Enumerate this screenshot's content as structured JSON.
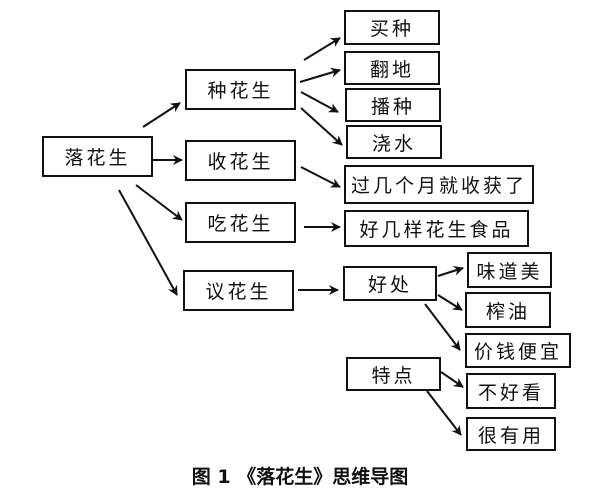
{
  "caption": "图 1 《落花生》思维导图",
  "nodes": {
    "root": "落花生",
    "plant": "种花生",
    "harvest": "收花生",
    "eat": "吃花生",
    "discuss": "议花生",
    "buy_seeds": "买种",
    "plow": "翻地",
    "sow": "播种",
    "water": "浇水",
    "months_harvest": "过几个月就收获了",
    "foods": "好几样花生食品",
    "benefits": "好处",
    "tasty": "味道美",
    "oil": "榨油",
    "cheap": "价钱便宜",
    "traits": "特点",
    "not_pretty": "不好看",
    "very_useful": "很有用"
  },
  "edges": [
    [
      "root",
      "plant"
    ],
    [
      "root",
      "harvest"
    ],
    [
      "root",
      "eat"
    ],
    [
      "root",
      "discuss"
    ],
    [
      "plant",
      "buy_seeds"
    ],
    [
      "plant",
      "plow"
    ],
    [
      "plant",
      "sow"
    ],
    [
      "plant",
      "water"
    ],
    [
      "harvest",
      "months_harvest"
    ],
    [
      "eat",
      "foods"
    ],
    [
      "discuss",
      "benefits"
    ],
    [
      "benefits",
      "tasty"
    ],
    [
      "benefits",
      "oil"
    ],
    [
      "benefits",
      "cheap"
    ],
    [
      "traits",
      "not_pretty"
    ],
    [
      "traits",
      "very_useful"
    ]
  ]
}
